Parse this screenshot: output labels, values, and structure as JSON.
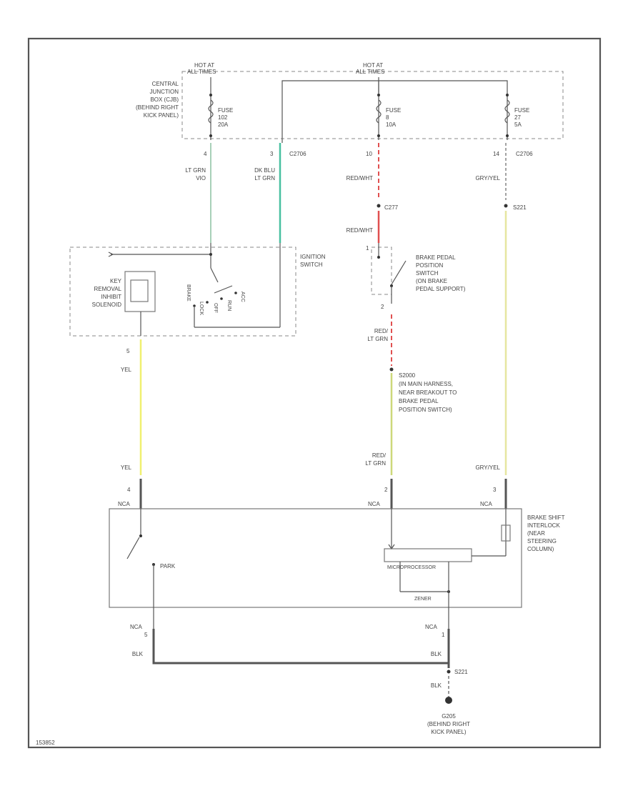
{
  "power": {
    "hot1": [
      "HOT AT",
      "ALL TIMES"
    ],
    "hot2": [
      "HOT AT",
      "ALL TIMES"
    ],
    "cjb": [
      "CENTRAL",
      "JUNCTION",
      "BOX (CJB)",
      "(BEHIND RIGHT",
      "KICK PANEL)"
    ],
    "fuse1": [
      "FUSE",
      "102",
      "20A"
    ],
    "fuse2": [
      "FUSE",
      "8",
      "10A"
    ],
    "fuse3": [
      "FUSE",
      "27",
      "5A"
    ]
  },
  "pins": {
    "p4": "4",
    "p3": "3",
    "p10": "10",
    "p14": "14",
    "c2706a": "C2706",
    "c2706b": "C2706"
  },
  "wires": {
    "lt_grn": [
      "LT GRN",
      "VIO"
    ],
    "dk_blu": [
      "DK BLU",
      "LT GRN"
    ],
    "red_wht1": "RED/WHT",
    "red_wht2": "RED/WHT",
    "gry_yel1": "GRY/YEL",
    "c277": "C277",
    "s221": "S221",
    "red_ltgrn1": [
      "RED/",
      "LT GRN"
    ],
    "yel1": "YEL",
    "yel2": "YEL",
    "red_ltgrn2": [
      "RED/",
      "LT GRN"
    ],
    "gry_yel2": "GRY/YEL",
    "blk1": "BLK",
    "blk2": "BLK",
    "blk3": "BLK",
    "s221b": "S221"
  },
  "ignition": {
    "label": [
      "IGNITION",
      "SWITCH"
    ],
    "solenoid": [
      "KEY",
      "REMOVAL",
      "INHIBIT",
      "SOLENOID"
    ],
    "positions": [
      "BRAKE",
      "LOCK",
      "OFF",
      "RUN",
      "ACC"
    ],
    "pin5": "5"
  },
  "brake_switch": {
    "label": [
      "BRAKE PEDAL",
      "POSITION",
      "SWITCH",
      "(ON BRAKE",
      "PEDAL SUPPORT)"
    ],
    "pin1": "1",
    "pin2": "2"
  },
  "splice": [
    "S2000",
    "(IN MAIN HARNESS,",
    "NEAR BREAKOUT TO",
    "BRAKE PEDAL",
    "POSITION SWITCH)"
  ],
  "module": {
    "pins": [
      "4",
      "2",
      "3"
    ],
    "nca": [
      "NCA",
      "NCA",
      "NCA"
    ],
    "label": [
      "BRAKE SHIFT",
      "INTERLOCK",
      "(NEAR",
      "STEERING",
      "COLUMN)"
    ],
    "park": "PARK",
    "micro": "MICROPROCESSOR",
    "diode": "ZENER",
    "ground_pins": [
      "NCA",
      "5",
      "NCA",
      "1"
    ]
  },
  "ground": {
    "label": [
      "G205",
      "(BEHIND RIGHT",
      "KICK PANEL)"
    ]
  },
  "footer": {
    "code": "153852"
  },
  "colors": {
    "lt_grn_violet": "#a8d0b8",
    "dk_blu_lt_grn": "#48c0a0",
    "red_wht": "#e05050",
    "gry_yel": "#e6e6a0",
    "yel": "#f0f070",
    "red_ltgrn": "#cdd87a",
    "blk": "#555555"
  }
}
